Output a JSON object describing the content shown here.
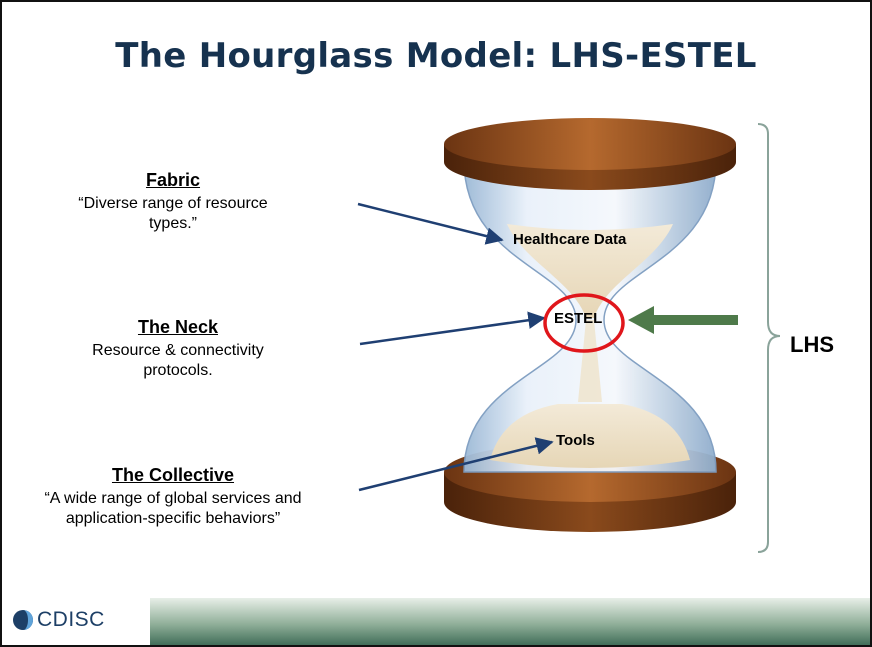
{
  "slide": {
    "title": "The Hourglass Model: LHS-ESTEL"
  },
  "layers": [
    {
      "heading": "Fabric",
      "description": "“Diverse range of resource types.”"
    },
    {
      "heading": "The Neck",
      "description": "Resource & connectivity protocols."
    },
    {
      "heading": "The Collective",
      "description": "“A wide range of global services and application-specific behaviors”"
    }
  ],
  "hourglass": {
    "top_label": "Healthcare Data",
    "neck_label": "ESTEL",
    "bottom_label": "Tools"
  },
  "bracket_label": "LHS",
  "footer": {
    "logo_text": "CDISC"
  },
  "colors": {
    "title": "#16324f",
    "arrow": "#1f3f72",
    "highlight_circle": "#e0161b",
    "indicator_arrow": "#4e7a4a",
    "wood": "#8a4a1c",
    "bracket": "#8aa39a"
  }
}
